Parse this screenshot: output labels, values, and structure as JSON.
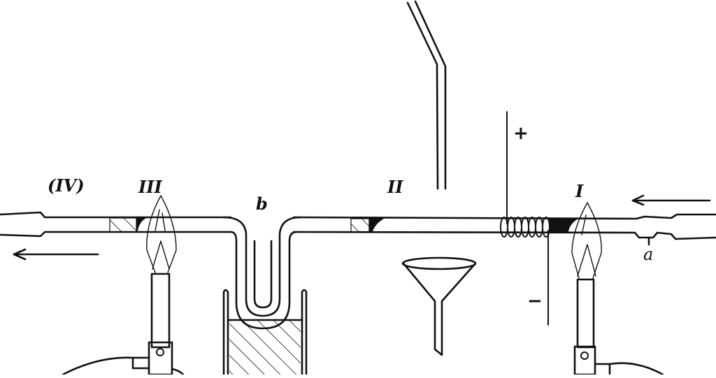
{
  "diagram": {
    "type": "laboratory apparatus schematic",
    "colors": {
      "ink": "#111111",
      "background": "#ffffff"
    },
    "labels": {
      "station_iv": "(IV)",
      "station_iii": "III",
      "station_ii": "II",
      "station_i": "I",
      "utube": "b",
      "side_bulb": "a",
      "electrode_plus": "+",
      "electrode_minus": "−"
    },
    "components": [
      {
        "id": "main-tube",
        "name": "horizontal glass combustion tube"
      },
      {
        "id": "inlet-arrow",
        "name": "gas flow inlet arrow (pointing left, right side)"
      },
      {
        "id": "outlet-arrow",
        "name": "gas flow outlet arrow (pointing left, left side)"
      },
      {
        "id": "burner-iii",
        "name": "Bunsen burner III with flame"
      },
      {
        "id": "burner-i",
        "name": "Bunsen burner I with flame"
      },
      {
        "id": "u-tube-b",
        "name": "U-tube b in cooling bath"
      },
      {
        "id": "cooling-bath",
        "name": "beaker with hatched coolant"
      },
      {
        "id": "heating-coil",
        "name": "electric heating coil with + and − leads"
      },
      {
        "id": "bent-tube",
        "name": "bent delivery glass tube"
      },
      {
        "id": "funnel",
        "name": "glass funnel"
      },
      {
        "id": "packing-iii",
        "name": "packed section III"
      },
      {
        "id": "packing-ii",
        "name": "packed section II"
      },
      {
        "id": "packing-i",
        "name": "packed section I"
      }
    ]
  }
}
